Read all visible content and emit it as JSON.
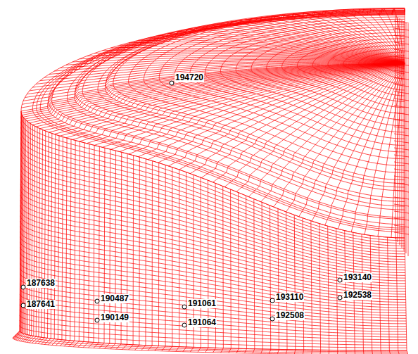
{
  "diagram": {
    "labels": [
      "194720",
      "187638",
      "187641",
      "190487",
      "190149",
      "191061",
      "191064",
      "193110",
      "192508",
      "193140",
      "192538"
    ]
  }
}
